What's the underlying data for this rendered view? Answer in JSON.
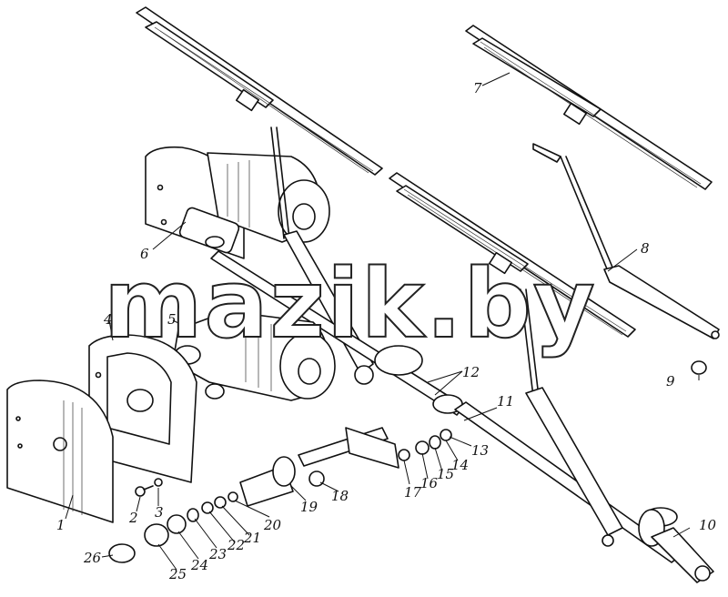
{
  "watermark": "mazik.by",
  "callouts": [
    "1",
    "2",
    "3",
    "4",
    "5",
    "6",
    "7",
    "8",
    "9",
    "10",
    "11",
    "12",
    "13",
    "14",
    "15",
    "16",
    "17",
    "18",
    "19",
    "20",
    "21",
    "22",
    "23",
    "24",
    "25",
    "26"
  ]
}
